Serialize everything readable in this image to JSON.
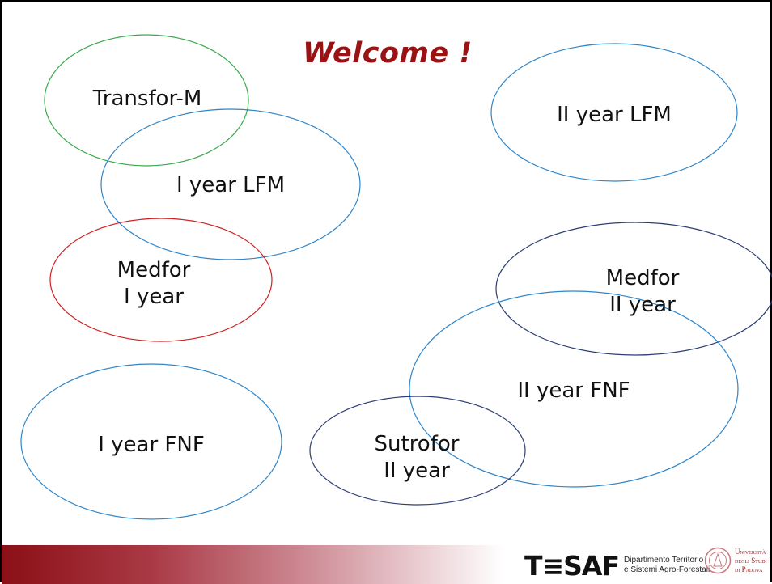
{
  "slide": {
    "title": "Welcome !",
    "groups": [
      {
        "id": "transfor-m",
        "lines": [
          "Transfor-M"
        ],
        "color": "#3aa84a"
      },
      {
        "id": "i-year-lfm",
        "lines": [
          "I year LFM"
        ],
        "color": "#2f86c9"
      },
      {
        "id": "medfor-i-year",
        "lines": [
          "Medfor",
          "I year"
        ],
        "color": "#d02020"
      },
      {
        "id": "i-year-fnf",
        "lines": [
          "I year FNF"
        ],
        "color": "#2f86c9"
      },
      {
        "id": "ii-year-lfm",
        "lines": [
          "II year LFM"
        ],
        "color": "#2f86c9"
      },
      {
        "id": "medfor-ii-year",
        "lines": [
          "Medfor",
          "II year"
        ],
        "color": "#2c3e75"
      },
      {
        "id": "ii-year-fnf",
        "lines": [
          "II year FNF"
        ],
        "color": "#2f86c9"
      },
      {
        "id": "sutrofor-ii-year",
        "lines": [
          "Sutrofor",
          "II year"
        ],
        "color": "#2c3e75"
      }
    ]
  },
  "footer": {
    "tesaf_logo": "T≡SAF",
    "tesaf_line1": "Dipartimento Territorio",
    "tesaf_line2": "e Sistemi Agro-Forestali",
    "uni_line1": "Università",
    "uni_line2": "degli Studi",
    "uni_line3": "di Padova",
    "bar_color": "#8b0f16"
  }
}
